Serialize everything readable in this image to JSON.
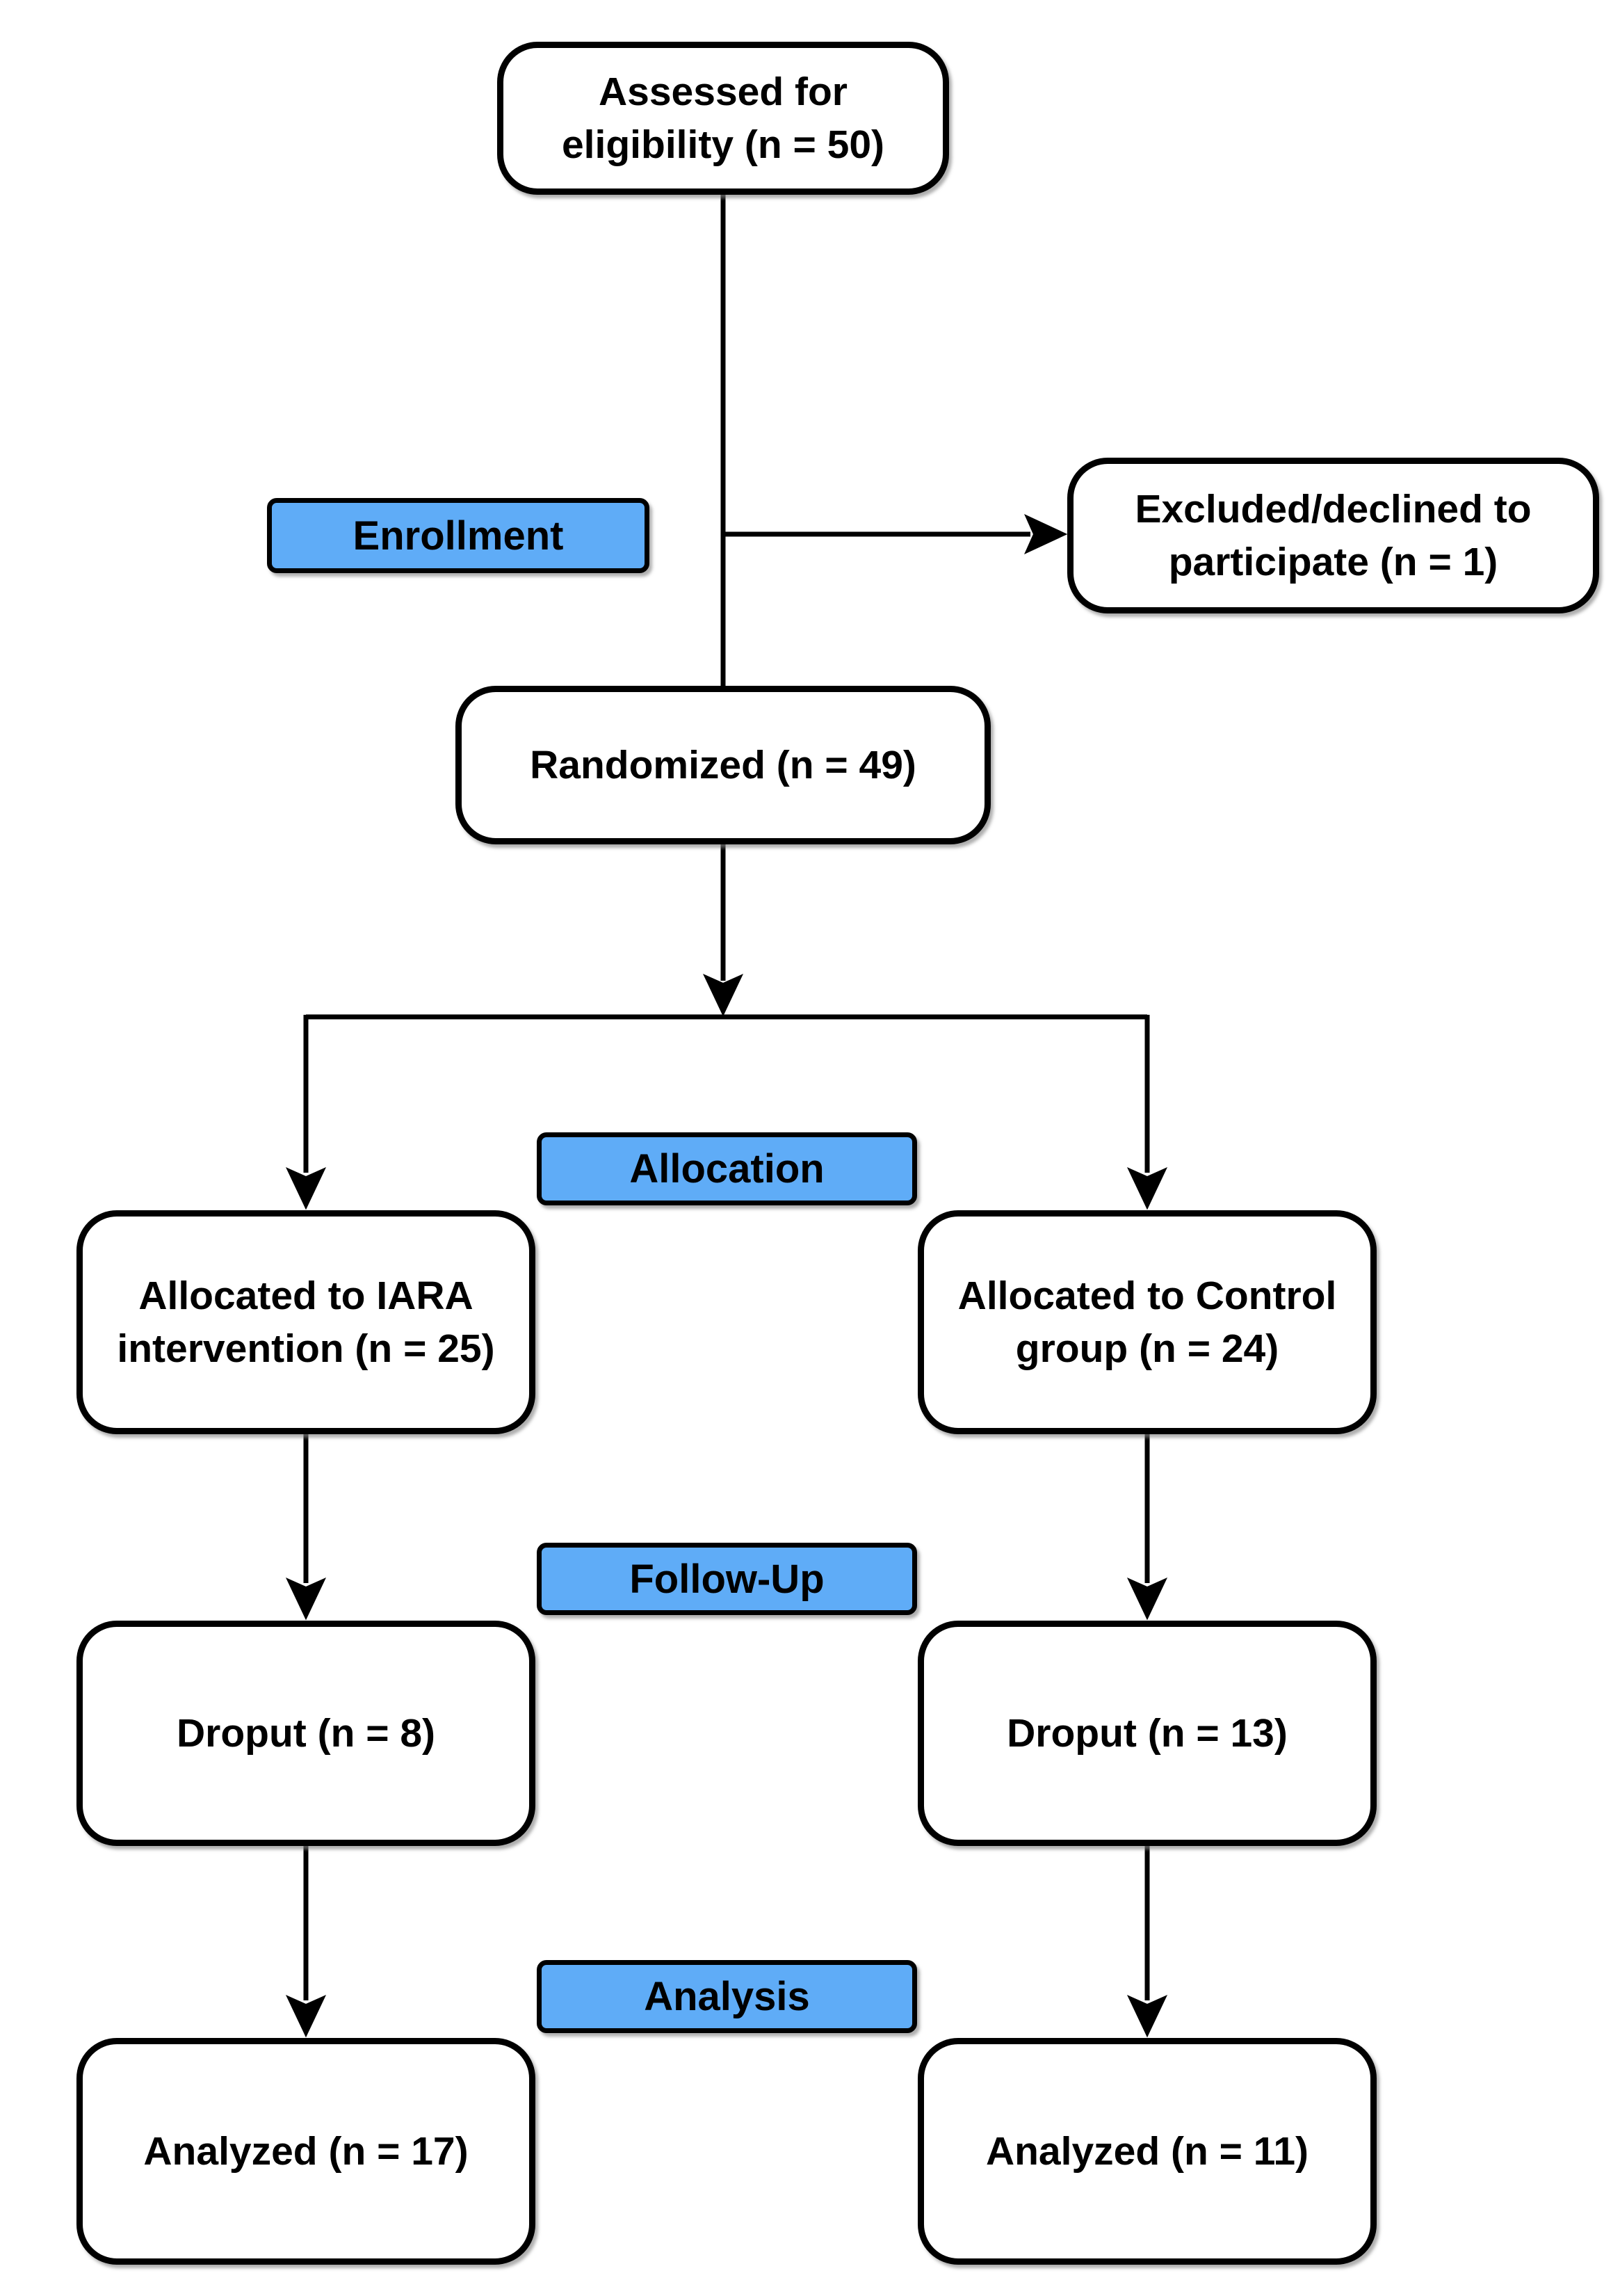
{
  "colors": {
    "stage_fill": "#5FACF7",
    "box_fill": "#FFFFFF",
    "border": "#000000",
    "connector": "#000000"
  },
  "stage_labels": {
    "enrollment": "Enrollment",
    "allocation": "Allocation",
    "follow_up": "Follow-Up",
    "analysis": "Analysis"
  },
  "boxes": {
    "assessed": {
      "line1": "Assessed for",
      "line2": "eligibility (n = 50)",
      "n": 50
    },
    "excluded": {
      "line1": "Excluded/declined to",
      "line2": "participate (n = 1)",
      "n": 1
    },
    "randomized": {
      "line1": "Randomized (n = 49)",
      "n": 49
    },
    "allocated_iara": {
      "line1": "Allocated to IARA",
      "line2": "intervention (n = 25)",
      "n": 25
    },
    "allocated_control": {
      "line1": "Allocated to Control",
      "line2": "group (n = 24)",
      "n": 24
    },
    "dropout_iara": {
      "line1": "Droput (n = 8)",
      "n": 8
    },
    "dropout_control": {
      "line1": "Droput (n = 13)",
      "n": 13
    },
    "analyzed_iara": {
      "line1": "Analyzed (n = 17)",
      "n": 17
    },
    "analyzed_control": {
      "line1": "Analyzed (n = 11)",
      "n": 11
    }
  }
}
